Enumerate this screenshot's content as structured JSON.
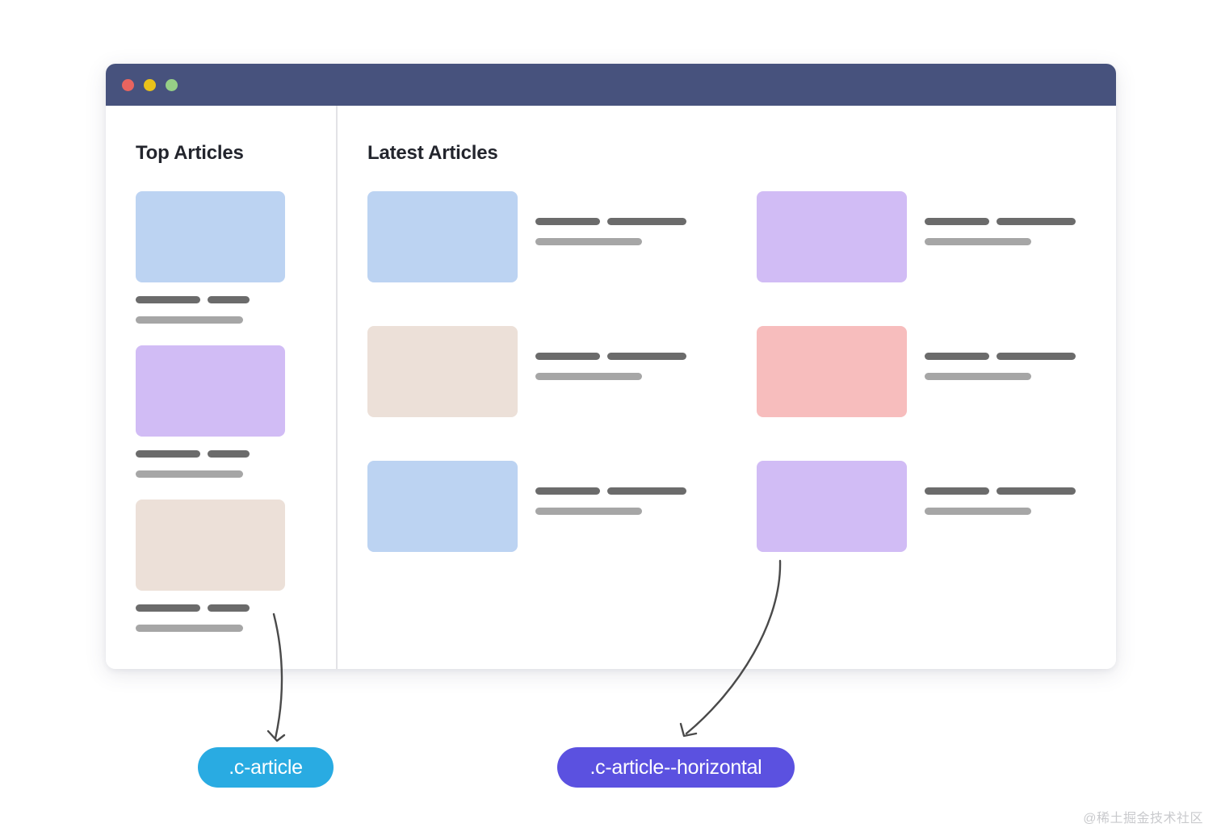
{
  "window": {
    "titlebar": {
      "buttons": [
        {
          "name": "close-dot",
          "color": "#e8645f"
        },
        {
          "name": "minimize-dot",
          "color": "#e9c21a"
        },
        {
          "name": "maximize-dot",
          "color": "#96cf86"
        }
      ],
      "bar_color": "#47527d"
    }
  },
  "left_column": {
    "title": "Top Articles",
    "cards": [
      {
        "thumb_color": "#bcd3f2",
        "line1_label": "",
        "line2_label": "",
        "line3_label": ""
      },
      {
        "thumb_color": "#d1bcf5",
        "line1_label": "",
        "line2_label": "",
        "line3_label": ""
      },
      {
        "thumb_color": "#ece0d8",
        "line1_label": "",
        "line2_label": "",
        "line3_label": ""
      }
    ]
  },
  "right_column": {
    "title": "Latest Articles",
    "cards": [
      {
        "thumb_color": "#bcd3f2"
      },
      {
        "thumb_color": "#d1bcf5"
      },
      {
        "thumb_color": "#ece0d8"
      },
      {
        "thumb_color": "#f7bdbd"
      },
      {
        "thumb_color": "#bcd3f2"
      },
      {
        "thumb_color": "#d1bcf5"
      }
    ]
  },
  "annotations": {
    "pill_article": {
      "label": ".c-article",
      "color": "#29abe2"
    },
    "pill_horizontal": {
      "label": ".c-article--horizontal",
      "color": "#5b51e0"
    },
    "arrow_color": "#4a4a4a"
  },
  "watermark": {
    "text": "@稀土掘金技术社区"
  }
}
